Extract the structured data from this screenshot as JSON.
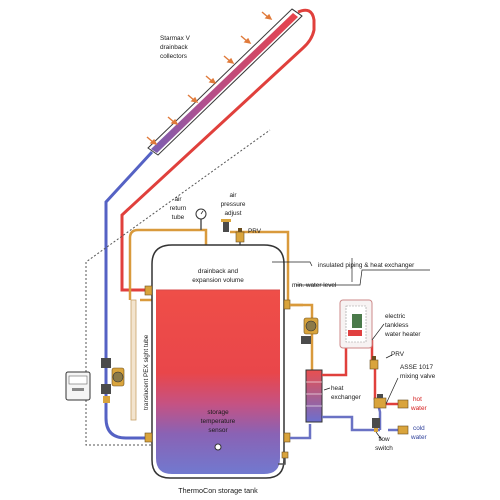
{
  "labels": {
    "collectors_1": "Starmax V",
    "collectors_2": "drainback",
    "collectors_3": "collectors",
    "air_return_1": "air",
    "air_return_2": "return",
    "air_return_3": "tube",
    "air_pressure_1": "air",
    "air_pressure_2": "pressure",
    "air_pressure_3": "adjust",
    "prv_top": "PRV",
    "insulated": "insulated piping & heat exchanger",
    "drainback_1": "drainback and",
    "drainback_2": "expansion volume",
    "min_water": "min. water level",
    "sight_tube": "translucent PEX sight tube",
    "electric_1": "electric",
    "electric_2": "tankless",
    "electric_3": "water heater",
    "prv_right": "PRV",
    "asse_1": "ASSE 1017",
    "asse_2": "mixing valve",
    "heat_ex_1": "heat",
    "heat_ex_2": "exchanger",
    "hot_1": "hot",
    "hot_2": "water",
    "cold_1": "cold",
    "cold_2": "water",
    "flow_1": "flow",
    "flow_2": "switch",
    "sensor_1": "storage",
    "sensor_2": "temperature",
    "sensor_3": "sensor",
    "tank_title": "ThermoCon storage tank"
  },
  "colors": {
    "hot": "#e8443a",
    "warm": "#b05a8a",
    "cool": "#6a72c4",
    "cold": "#7b86d6",
    "orange_pipe": "#d99a3c",
    "arrow": "#e07a3a"
  }
}
